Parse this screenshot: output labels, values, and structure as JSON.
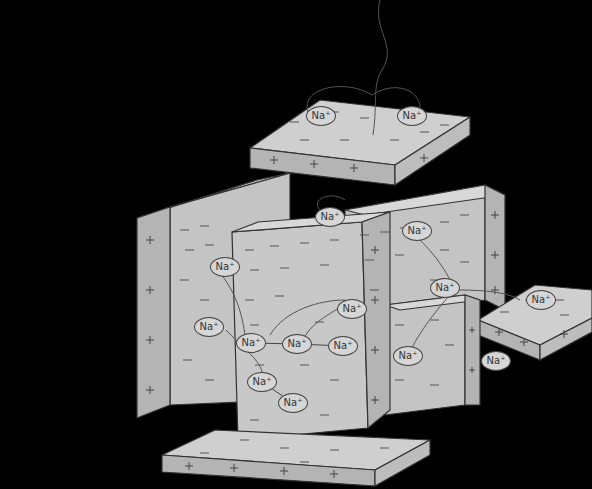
{
  "diagram": {
    "nodes": [
      {
        "text": [
          "Na⁺"
        ]
      },
      {
        "text": [
          "Na⁺"
        ]
      },
      {
        "text": [
          "Na⁺"
        ]
      },
      {
        "text": [
          "Na⁺"
        ]
      },
      {
        "text": [
          "Na⁺"
        ]
      },
      {
        "text": [
          "Na⁺"
        ]
      },
      {
        "text": [
          "Na⁺"
        ]
      },
      {
        "text": [
          "Na⁺"
        ]
      },
      {
        "text": [
          "Na⁺"
        ]
      },
      {
        "text": [
          "Na⁺"
        ]
      },
      {
        "text": [
          "Na⁺"
        ]
      },
      {
        "text": [
          "Na⁺"
        ]
      },
      {
        "text": [
          "Na⁺"
        ]
      },
      {
        "text": [
          "Na⁺"
        ]
      },
      {
        "text": [
          "Na⁺"
        ]
      },
      {
        "text": [
          "Na⁺"
        ]
      }
    ],
    "edges": [
      {
        "from": 9,
        "to": 10,
        "arrow": "none"
      },
      {
        "from": 10,
        "to": 11,
        "arrow": "none"
      },
      {
        "from": 14,
        "to": 15,
        "arrow": "none"
      }
    ]
  }
}
